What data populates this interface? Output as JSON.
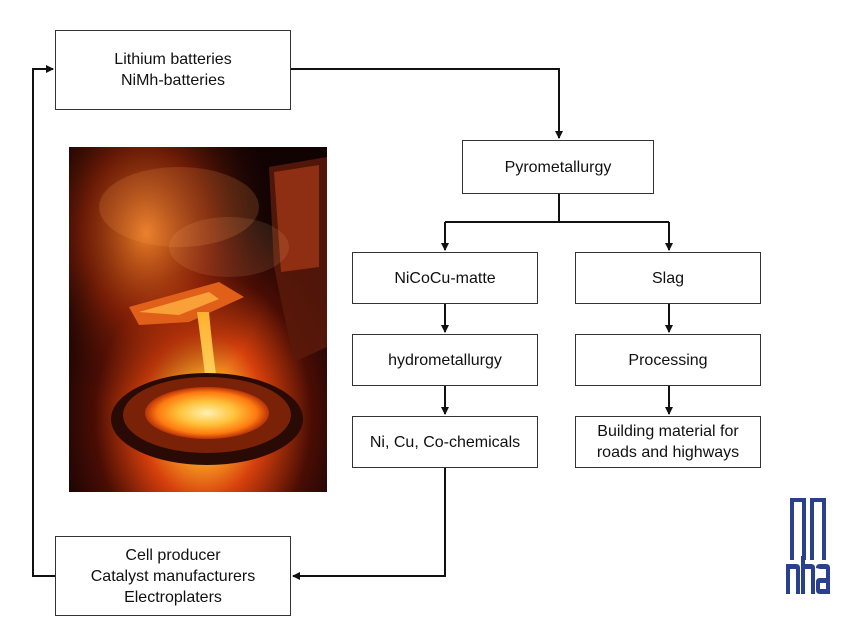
{
  "flow": {
    "input": {
      "line1": "Lithium batteries",
      "line2": "NiMh-batteries"
    },
    "process": {
      "label": "Pyrometallurgy"
    },
    "matte": {
      "label": "NiCoCu-matte"
    },
    "hydro": {
      "label": "hydrometallurgy"
    },
    "chemicals": {
      "label": "Ni, Cu, Co-chemicals"
    },
    "slag": {
      "label": "Slag"
    },
    "processing": {
      "label": "Processing"
    },
    "building": {
      "line1": "Building material for",
      "line2": "roads and highways"
    },
    "output": {
      "line1": "Cell producer",
      "line2": "Catalyst manufacturers",
      "line3": "Electroplaters"
    }
  },
  "image": {
    "icon": "molten-metal-pouring-photo"
  },
  "logo": {
    "icon": "nha-logo",
    "color": "#2b3f8f"
  },
  "colors": {
    "box_border": "#333333",
    "arrow": "#111111"
  }
}
